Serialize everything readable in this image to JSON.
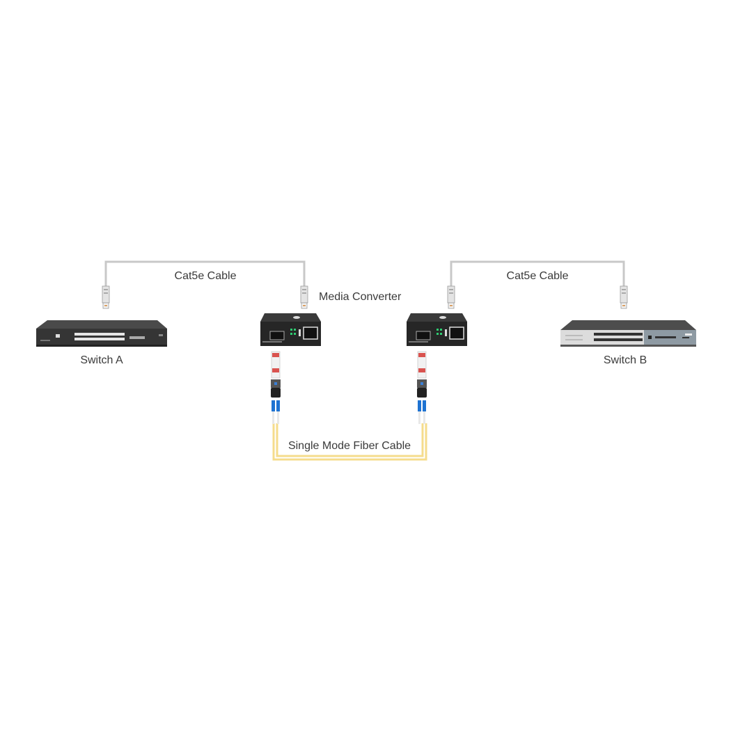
{
  "diagram": {
    "left_cable_label": "Cat5e Cable",
    "right_cable_label": "Cat5e Cable",
    "media_converter_label": "Media Converter",
    "switch_a_label": "Switch A",
    "switch_b_label": "Switch B",
    "fiber_label": "Single Mode Fiber Cable"
  },
  "colors": {
    "copper_cable": "#c8c8c8",
    "fiber_cable": "#f5dc8c",
    "device_dark": "#2b2b2b",
    "lc_connector": "#1e73d2",
    "dust_cap": "#d9534f"
  }
}
